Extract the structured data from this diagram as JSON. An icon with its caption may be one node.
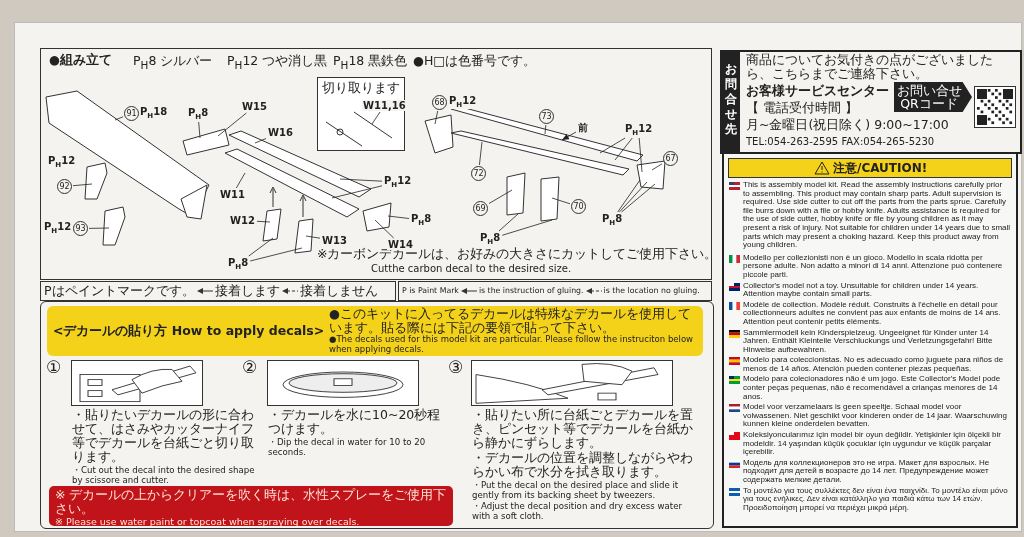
{
  "diagram": {
    "nodes": [
      {
        "text": [
          "●組み立て",
          "P$_{H}$8 シルバー",
          "P$_{H}$12 つや消し黒",
          "P$_{H}$18 黒鉄色",
          "●H□は色番号です。",
          "※カーボンデカールは、お好みの大きさにカットしてご使用下さい。",
          "Cutthe carbon decal to the desired size."
        ]
      },
      {
        "text": [
          "91"
        ],
        "in": 0
      },
      {
        "text": [
          "92"
        ],
        "in": 0
      },
      {
        "text": [
          "93"
        ],
        "in": 0
      },
      {
        "text": [
          "P$_{H}$8"
        ],
        "in": 0
      },
      {
        "text": [
          "W15"
        ],
        "in": 0
      },
      {
        "text": [
          "W16"
        ],
        "in": 0
      },
      {
        "text": [
          "W11"
        ],
        "in": 0
      },
      {
        "text": [
          "W12"
        ],
        "in": 0
      },
      {
        "text": [
          "W13"
        ],
        "in": 0
      },
      {
        "text": [
          "W14"
        ],
        "in": 0
      },
      {
        "text": [
          "P$_{H}$12"
        ],
        "in": 0
      },
      {
        "text": [
          "P$_{H}$8"
        ],
        "in": 0
      },
      {
        "text": [
          "P$_{H}$8"
        ],
        "in": 0
      },
      {
        "text": [
          "切り取ります"
        ],
        "in": 0
      },
      {
        "text": [
          "W11,16"
        ],
        "in": 14
      },
      {
        "text": [
          "68"
        ],
        "in": 0
      },
      {
        "text": [
          "73"
        ],
        "in": 0
      },
      {
        "text": [
          "前"
        ],
        "in": 0
      },
      {
        "text": [
          "P$_{H}$12"
        ],
        "in": 0
      },
      {
        "text": [
          "67"
        ],
        "in": 0
      },
      {
        "text": [
          "72"
        ],
        "in": 0
      },
      {
        "text": [
          "69"
        ],
        "in": 0
      },
      {
        "text": [
          "70"
        ],
        "in": 0
      },
      {
        "text": [
          "P$_{H}$8"
        ],
        "in": 0
      },
      {
        "text": [
          "P$_{H}$8"
        ],
        "in": 0
      },
      {
        "text": [
          "Pはペイントマークです。",
          "接着します",
          "接着しません"
        ]
      },
      {
        "text": [
          "P is Paint Mark",
          "is the instruction of gluing.",
          "is the location no gluing."
        ]
      },
      {
        "text": [
          "<デカールの貼り方 How to apply decals>",
          "●このキットに入ってるデカールは特殊なデカールを使用しています。貼る際には下記の要領で貼って下さい。",
          "●The decals used for this model kit are particular. Please follow the instruciton below when applying decals."
        ]
      },
      {
        "text": [],
        "shape": "picture",
        "in": 28,
        "beside": [
          "①",
          "・貼りたいデカールの形に合わせて、はさみやカッターナイフ等でデカールを台紙ごと切り取ります。",
          "・Cut out the decal into the desired shape by scissore and cutter."
        ]
      },
      {
        "text": [],
        "shape": "picture",
        "in": 28,
        "beside": [
          "②",
          "・デカールを水に10~20秒程つけます。",
          "・Dip the decal in water for 10 to 20 seconds."
        ]
      },
      {
        "text": [],
        "shape": "picture",
        "in": 28,
        "beside": [
          "③",
          "・貼りたい所に台紙ごとデカールを置き、ピンセット等でデカールを台紙から静かにずらします。",
          "・デカールの位置を調整しながらやわらかい布で水分を拭き取ります。",
          "・Put the decal on the desired place and slide it gently from its backing sheet by tweezers.",
          "・Adjust the decal position and dry excess water with a soft cloth."
        ]
      },
      {
        "text": [
          "※ デカールの上からクリアーを吹く時は、水性スプレーをご使用下さい。",
          "※ Please use water paint or topcoat when spraying over decals."
        ],
        "in": 28
      },
      {
        "text": [
          "お問合せ先",
          "商品についてお気付きの点がございましたら、こちらまでご連絡下さい。",
          "お客様サービスセンター",
          "【 電話受付時間 】",
          "月~金曜日(祝日除く) 9:00~17:00",
          "TEL:054-263-2595  FAX:054-265-5230"
        ]
      },
      {
        "text": [
          "お問い合せ QRコード"
        ],
        "in": 33
      },
      {
        "text": [],
        "shape": "picture",
        "in": 33
      },
      {
        "text": [
          "注意/CAUTION!",
          "This is assembly model kit. Read the assembly instructions carefully prior to assembling. This product may contain sharp parts. Adult supervision is required. Use side cutter to cut off the parts from the parts sprue. Carefully file burrs down with a file or hobby knife. Adults assistance is required for the use of side cutter, hobby knife or file by young children as it may present a risk of injury. Not suitable for children under 14 years due to small parts which may present a choking hazard. Keep this product away from young children.",
          "Modello per collezionisti non è un gioco. Modello in scala ridotta per persone adulte. Non adatto a minori di 14 anni. Attenzione può contenere piccole parti.",
          "Collector's model not a toy. Unsuitable for children under 14 years. Attention maybe contain small parts.",
          "Modèle de collection. Modèle réduit. Construits à l'échelle en détail pour collectionneurs adultes ne convient pas aux enfants de moins de 14 ans. Attention peut contenir petits éléments.",
          "Sammlermodell kein Kinderspielzeug. Ungeeignet für Kinder unter 14 Jahren. Enthält Kleinteile Verschluckungs und Verletzungsgefahr! Bitte Hinweise aufbewahren.",
          "Modelo para coleccionistas. No es adecuado como juguete para niños de menos de 14 años. Atención pueden contener piezas pequeñas.",
          "Modelo para colecionadores não é um jogo. Este Collector's Model pode conter peças pequenas, não é recomendável a crianças menores de 14 anos.",
          "Model voor verzamelaars is geen speeltje. Schaal model voor volwassenen. Niet geschikt voor kinderen onder de 14 jaar. Waarschuwing kunnen kleine onderdelen bevatten.",
          "Koleksiyoncularımız için model bir oyun değildir. Yetişkinler için ölçekli bir modeldir. 14 yaşından küçük çocuklar için uygundur ve küçük parçalar içerebilir.",
          "Модель для коллекционеров это не игра. Макет для взрослых. Не подходит для детей в возрасте до 14 лет. Предупреждение может содержать мелкие детали.",
          "Το μοντέλο για τους συλλέκτες δεν είναι ένα παιχνίδι. Το μοντέλο είναι μόνο για τους ενήλικες. Δεν είναι κατάλληλο για παιδιά κάτω των 14 ετών. Προειδοποίηση μπορεί να περιέχει μικρά μέρη."
        ]
      },
      {
        "text": [
          "P$_{H}$18"
        ],
        "in": 0
      },
      {
        "text": [
          "P$_{H}$12"
        ],
        "in": 0
      },
      {
        "text": [
          "P$_{H}$12"
        ],
        "in": 0
      },
      {
        "text": [
          "P$_{H}$12"
        ],
        "in": 0
      }
    ],
    "edges": [
      {
        "from": 1,
        "to": null,
        "arrow": "none"
      },
      {
        "from": 2,
        "to": null,
        "arrow": "none"
      },
      {
        "from": 3,
        "to": null,
        "arrow": "none"
      },
      {
        "from": 4,
        "to": null,
        "arrow": "none"
      },
      {
        "from": 5,
        "to": null,
        "arrow": "none"
      },
      {
        "from": 6,
        "to": null,
        "arrow": "none"
      },
      {
        "from": 7,
        "to": null,
        "arrow": "none"
      },
      {
        "from": 8,
        "to": null,
        "arrow": "none"
      },
      {
        "from": 9,
        "to": null,
        "arrow": "none"
      },
      {
        "from": 10,
        "to": null,
        "arrow": "none"
      },
      {
        "from": 11,
        "to": null,
        "arrow": "none"
      },
      {
        "from": 11,
        "to": null,
        "arrow": "none"
      },
      {
        "from": 12,
        "to": null,
        "arrow": "none"
      },
      {
        "from": 13,
        "to": null,
        "arrow": "none"
      },
      {
        "from": 13,
        "to": null,
        "arrow": "none"
      },
      {
        "from": 15,
        "to": null,
        "arrow": "none"
      },
      {
        "from": 16,
        "to": null,
        "arrow": "none"
      },
      {
        "from": 17,
        "to": null,
        "arrow": "none"
      },
      {
        "from": 18,
        "to": null,
        "arrow": "to"
      },
      {
        "from": 19,
        "to": null,
        "arrow": "none"
      },
      {
        "from": 19,
        "to": null,
        "arrow": "none"
      },
      {
        "from": 19,
        "to": null,
        "arrow": "none"
      },
      {
        "from": 20,
        "to": null,
        "arrow": "none"
      },
      {
        "from": 21,
        "to": null,
        "arrow": "none"
      },
      {
        "from": 22,
        "to": null,
        "arrow": "none"
      },
      {
        "from": 23,
        "to": null,
        "arrow": "none"
      },
      {
        "from": 24,
        "to": null,
        "arrow": "none"
      },
      {
        "from": 24,
        "to": null,
        "arrow": "none"
      },
      {
        "from": 24,
        "to": null,
        "arrow": "none"
      },
      {
        "from": 25,
        "to": null,
        "arrow": "none"
      },
      {
        "from": 25,
        "to": null,
        "arrow": "none"
      }
    ]
  }
}
